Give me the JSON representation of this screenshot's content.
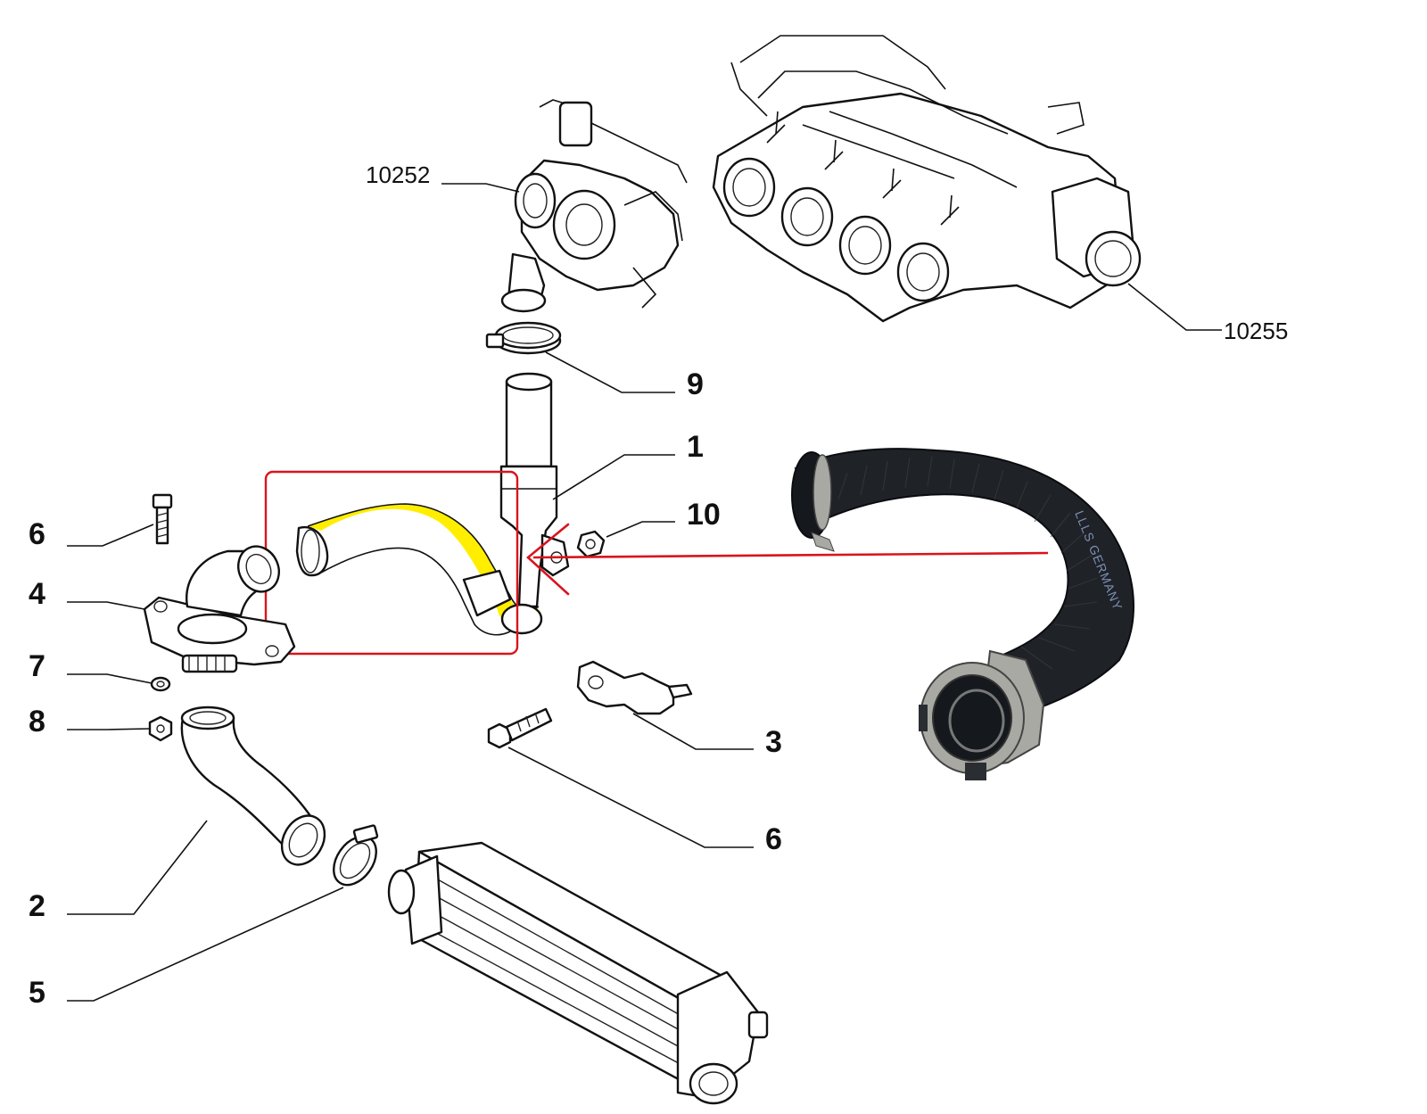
{
  "callouts": {
    "turbocharger_ref": "10252",
    "intake_manifold_ref": "10255",
    "clamp_top": "9",
    "pipe": "1",
    "nut_top": "10",
    "bolt_top": "6",
    "elbow_flange": "4",
    "washer": "7",
    "nut_small": "8",
    "bracket": "3",
    "bolt_bottom": "6",
    "hose_lower": "2",
    "clamp_lower": "5"
  },
  "photo": {
    "hose_stamp": "LLLS GERMANY"
  },
  "colors": {
    "highlight_yellow": "#ffee00",
    "highlight_box": "#d9141c",
    "arrow": "#d9141c",
    "hose_rubber": "#1f2328",
    "clamp_steel": "#a9a9a3"
  },
  "icons": {
    "arrow": "left-arrow-icon"
  }
}
